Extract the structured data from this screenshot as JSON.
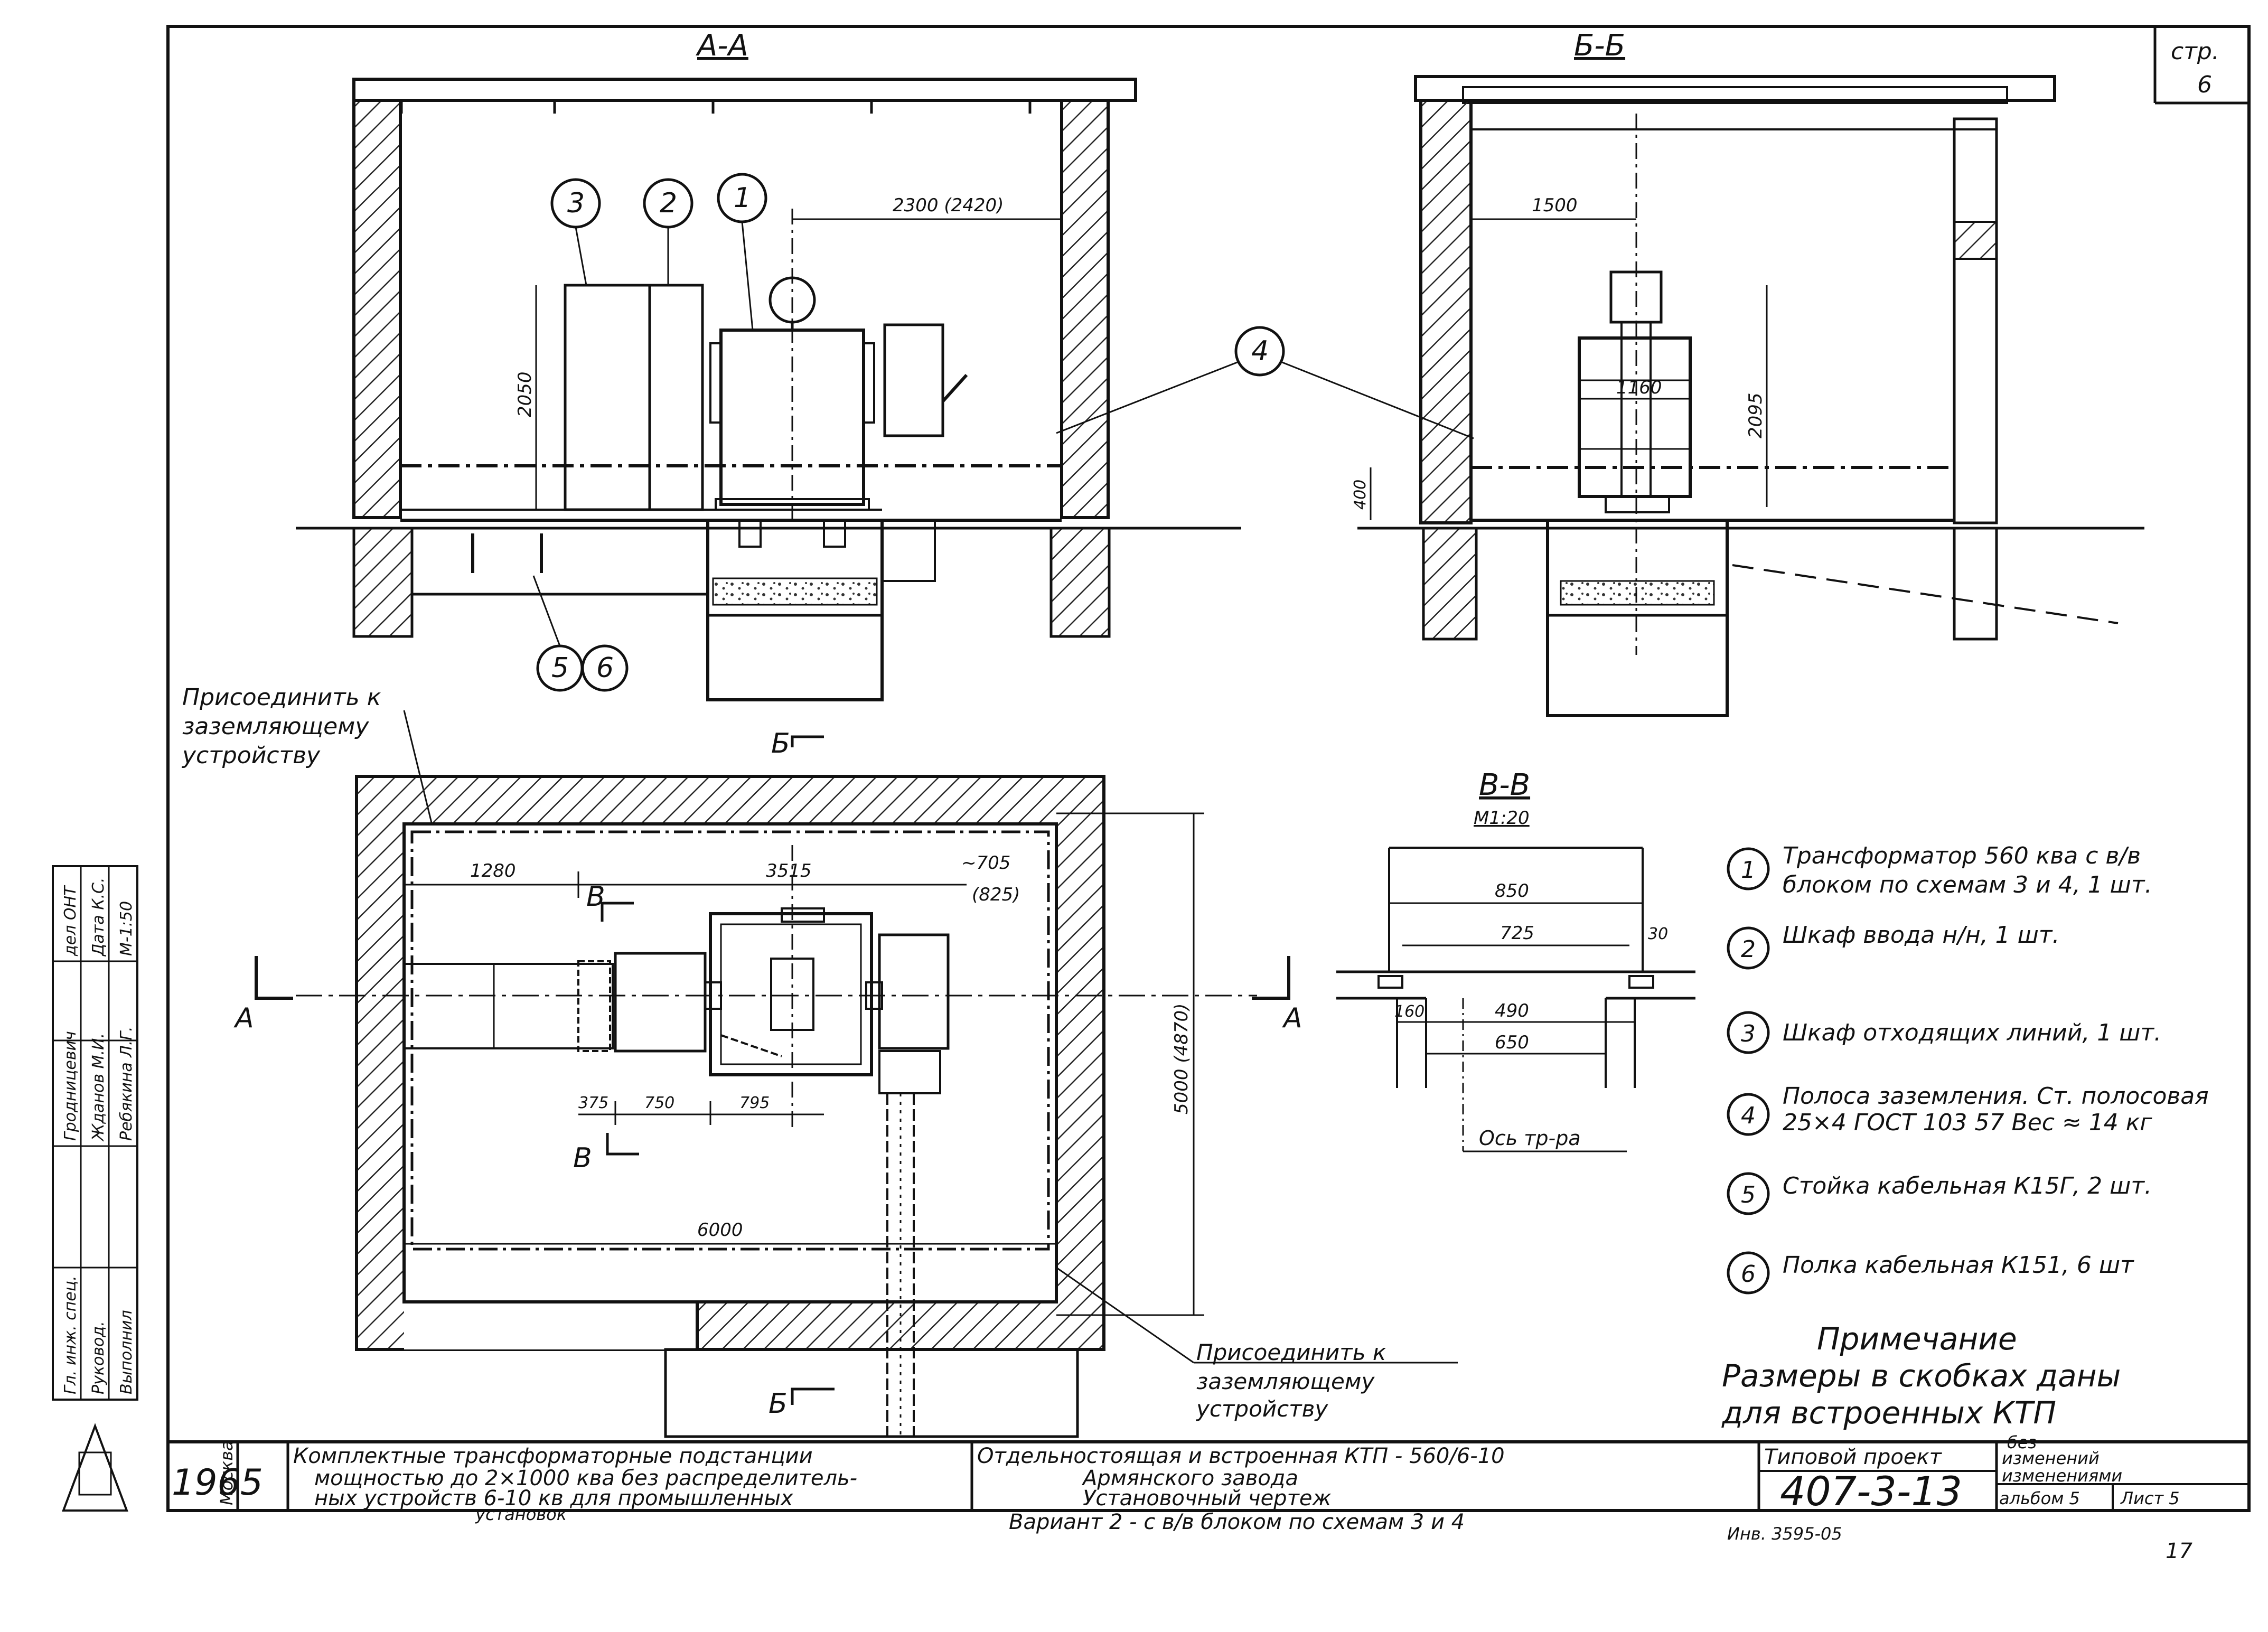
{
  "sheet": {
    "page_label": "стр.",
    "page_number": "6"
  },
  "sections": {
    "aa": "А-А",
    "bb": "Б-Б",
    "vv": "В-В",
    "vv_scale": "М1:20"
  },
  "dimensions_aa": {
    "width_right": "2300 (2420)",
    "height_cabinet": "2050"
  },
  "dimensions_bb": {
    "width": "1500",
    "transformer": "1160",
    "height": "2095",
    "base": "400"
  },
  "dimensions_plan": {
    "d1280": "1280",
    "d3515": "3515",
    "d705": "~705",
    "d825": "(825)",
    "d375": "375",
    "d750": "750",
    "d795": "795",
    "d6000": "6000",
    "d5000": "5000 (4870)"
  },
  "dimensions_vv": {
    "d850": "850",
    "d725": "725",
    "d30": "30",
    "d160": "160",
    "d490": "490",
    "d650": "650",
    "axis": "Ось тр-ра"
  },
  "section_marks": {
    "a": "А",
    "b": "Б",
    "v": "В"
  },
  "callouts": [
    "1",
    "2",
    "3",
    "4",
    "5",
    "6"
  ],
  "notes": {
    "connect_top_1": "Присоединить к",
    "connect_top_2": "заземляющему",
    "connect_top_3": "устройству",
    "connect_bottom_1": "Присоединить к",
    "connect_bottom_2": "заземляющему",
    "connect_bottom_3": "устройству"
  },
  "legend": [
    {
      "num": "1",
      "line1": "Трансформатор 560 ква с в/в",
      "line2": "блоком по схемам 3 и 4, 1 шт."
    },
    {
      "num": "2",
      "line1": "Шкаф ввода н/н, 1 шт.",
      "line2": ""
    },
    {
      "num": "3",
      "line1": "Шкаф отходящих линий, 1 шт.",
      "line2": ""
    },
    {
      "num": "4",
      "line1": "Полоса заземления. Ст. полосовая",
      "line2": "25×4 ГОСТ 103 57  Вес ≈ 14 кг"
    },
    {
      "num": "5",
      "line1": "Стойка кабельная  К15Г, 2 шт.",
      "line2": ""
    },
    {
      "num": "6",
      "line1": "Полка кабельная  К151, 6 шт",
      "line2": ""
    }
  ],
  "remark": {
    "title": "Примечание",
    "line1": "Размеры в скобках даны",
    "line2": "для встроенных КТП"
  },
  "title_block": {
    "year": "1965",
    "city": "Москва",
    "series_line1": "Комплектные трансформаторные подстанции",
    "series_line2": "мощностью до 2×1000 ква без распределитель-",
    "series_line3": "ных устройств 6-10 кв для промышленных",
    "series_line4": "установок",
    "drawing_line1": "Отдельностоящая и встроенная   КТП - 560/6-10",
    "drawing_line2": "Армянского завода",
    "drawing_line3": "Установочный чертеж",
    "drawing_line4": "Вариант 2 - с в/в блоком  по схемам  3 и 4",
    "project_label": "Типовой проект",
    "project_number": "407-3-13",
    "no_changes_1": "без",
    "no_changes_2": "изменений",
    "no_changes_3": "изменениями",
    "album": "альбом 5",
    "sheet": "Лист 5",
    "inventory": "Инв. 3595-05",
    "corner_mark": "17"
  },
  "side_stamp": {
    "col1_top": "Гл. инж. спец.",
    "col1_mid": "Руковод.",
    "col1_bot": "Выполнил",
    "col2_top": "Гродницевич",
    "col2_mid": "Жданов М.И.",
    "col2_bot": "Ребякина Л.Г.",
    "col3_top": "дел ОНТ",
    "col3_mid": "Дата К.С.",
    "col3_bot": "М-1:50"
  }
}
